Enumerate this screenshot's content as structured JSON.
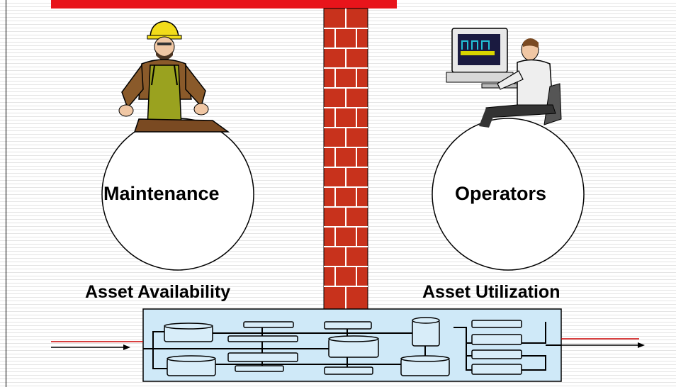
{
  "left_circle": {
    "label": "Maintenance",
    "icon": "maintenance-worker-icon"
  },
  "right_circle": {
    "label": "Operators",
    "icon": "computer-operator-icon"
  },
  "left_caption": "Asset Availability",
  "right_caption": "Asset Utilization",
  "wall_icon": "brick-wall-icon",
  "process_icon": "process-flow-diagram-icon",
  "colors": {
    "accent_red": "#e8141b",
    "brick": "#c8321c",
    "process_panel": "#cfe9f8"
  }
}
